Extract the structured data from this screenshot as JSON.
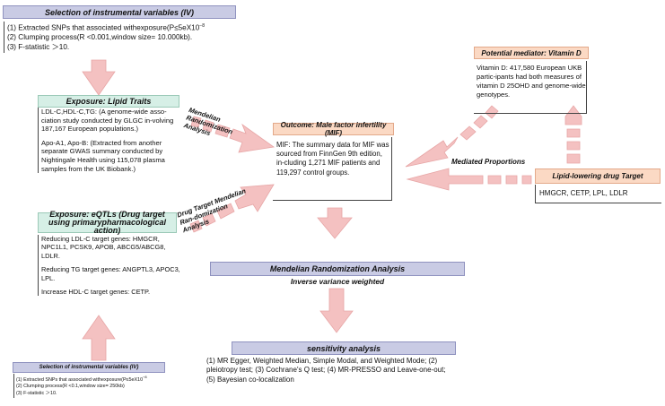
{
  "colors": {
    "header_blue": "#c9cbe4",
    "header_green": "#d6efe6",
    "header_peach": "#fbd9c4",
    "arrow_pink": "#f4c1c1",
    "arrow_stroke": "#e7a6a6"
  },
  "iv_top": {
    "title": "Selection of instrumental variables (IV)",
    "lines": [
      "(1) Extracted SNPs that associated withexposure(P≤5eX10",
      "(2) Clumping process(R  <0.001,window size= 10.000kb).",
      "(3) F-statistic ＞10."
    ],
    "sup": "−8"
  },
  "lipid": {
    "title": "Exposure: Lipid Traits",
    "p1": "LDL-C,HDL-C,TG: (A genome-wide asso-ciation study conducted by GLGC in-volving 187,167 European populations.)",
    "p2": "Apo-A1, Apo-B: (Extracted from another separate GWAS summary conducted by Nightingale Health using 115,078 plasma samples from the UK Biobank.)"
  },
  "eqtl": {
    "title": "Exposure: eQTLs (Drug target using primarypharmacological action)",
    "p1": "Reducing LDL-C target genes: HMGCR, NPC1L1, PCSK9, APOB, ABCG5/ABCG8, LDLR.",
    "p2": "Reducing TG target genes: ANGPTL3, APOC3, LPL.",
    "p3": "Increase HDL-C target genes: CETP."
  },
  "iv_bottom": {
    "title": "Selection of instrumental variables (IV)",
    "lines": [
      "(1) Extracted SNPs that associated withexposure(P≤5eX10",
      "(2) Clumping process(R  <0.1,window size= 250kb)",
      "(3) F-statistic ＞10."
    ],
    "sup": "−8"
  },
  "outcome": {
    "title": "Outcome: Male factor infertility (MIF)",
    "body": "MIF: The summary data for MIF was sourced from FinnGen 9th edition, in-cluding 1,271 MIF patients and 119,297 control groups."
  },
  "vitd": {
    "title": "Potential mediator: Vitamin D",
    "body": "Vitamin D: 417,580 European UKB partic-ipants had both measures of vitamin D 25OHD and genome-wide genotypes."
  },
  "drug": {
    "title": "Lipid-lowering drug Target",
    "body": "HMGCR, CETP, LPL, LDLR"
  },
  "mr": {
    "title": "Mendelian Randomization Analysis",
    "sub": "Inverse variance weighted"
  },
  "sens": {
    "title": "sensitivity analysis",
    "body": "(1) MR Egger, Weighted Median, Simple Modal, and Weighted Mode; (2) pleiotropy test; (3) Cochrane's Q test; (4) MR-PRESSO and Leave-one-out; (5) Bayesian co-localization"
  },
  "labels": {
    "mr_arrow": "Mendelian Randomization Analysis",
    "drug_arrow": "Drug Target Mendelian Ran-domization Analysis",
    "mediated": "Mediated Proportions"
  }
}
